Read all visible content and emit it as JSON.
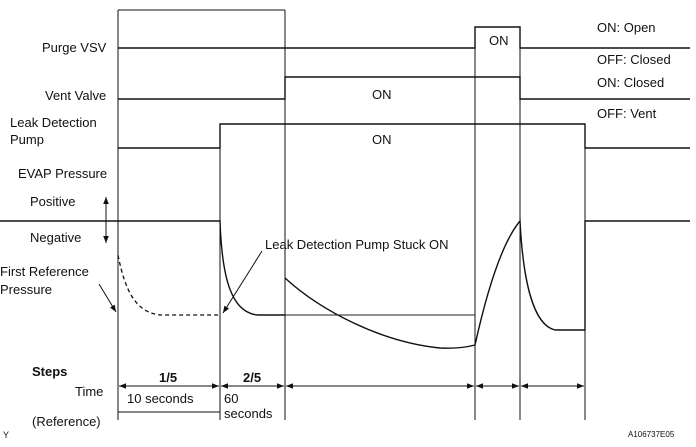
{
  "colors": {
    "line": "#111111",
    "background": "#ffffff"
  },
  "signals": {
    "purge_vsv": {
      "label": "Purge VSV",
      "on_state": "ON: Open",
      "off_state": "OFF: Closed",
      "on_text": "ON"
    },
    "vent_valve": {
      "label": "Vent Valve",
      "on_state": "ON: Closed",
      "off_state": "OFF: Vent",
      "on_text": "ON"
    },
    "leak_detection_pump": {
      "label_line1": "Leak Detection",
      "label_line2": "Pump",
      "on_text": "ON"
    },
    "evap_pressure": {
      "label": "EVAP Pressure",
      "positive": "Positive",
      "negative": "Negative",
      "first_reference_line1": "First Reference",
      "first_reference_line2": "Pressure",
      "annotation": "Leak Detection Pump Stuck ON"
    }
  },
  "steps": {
    "label": "Steps",
    "time_label": "Time",
    "reference_label": "(Reference)",
    "items": [
      {
        "step": "1/5",
        "time": "10 seconds"
      },
      {
        "step": "2/5",
        "time_line1": "60",
        "time_line2": "seconds"
      }
    ]
  },
  "figure_id": "A106737E05",
  "corner_mark": "Y"
}
